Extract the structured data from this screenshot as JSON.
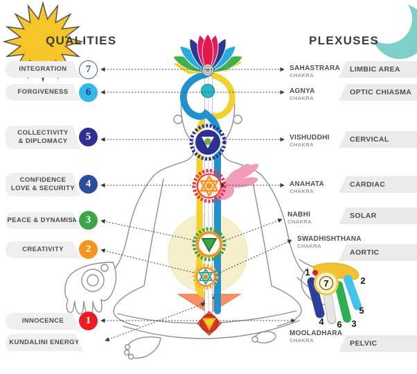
{
  "qualities": {
    "heading": "QUALITIES",
    "rows": [
      {
        "line1": "INTEGRATION",
        "line2": "",
        "number": "7",
        "circle_bg": "#FFFFFF",
        "circle_border": "#3D59A8",
        "circle_text": "#3D59A8"
      },
      {
        "line1": "FORGIVENESS",
        "line2": "",
        "number": "6",
        "circle_bg": "#36B5E8",
        "circle_border": "#36B5E8",
        "circle_text": "#1C3E92"
      },
      {
        "line1": "COLLECTIVITY",
        "line2": "& DIPLOMACY",
        "number": "5",
        "circle_bg": "#2E3192",
        "circle_border": "#2E3192",
        "circle_text": "#FFFFFF"
      },
      {
        "line1": "CONFIDENCE",
        "line2": "LOVE & SECURITY",
        "number": "4",
        "circle_bg": "#2B4DA0",
        "circle_border": "#2B4DA0",
        "circle_text": "#FFFFFF"
      },
      {
        "line1": "PEACE & DYNAMISM",
        "line2": "",
        "number": "3",
        "circle_bg": "#3AA648",
        "circle_border": "#3AA648",
        "circle_text": "#FFFFFF"
      },
      {
        "line1": "CREATIVITY",
        "line2": "",
        "number": "2",
        "circle_bg": "#F7941D",
        "circle_border": "#F7941D",
        "circle_text": "#FFFFFF"
      },
      {
        "line1": "INNOCENCE",
        "line2": "",
        "number": "1",
        "circle_bg": "#ED1C24",
        "circle_border": "#ED1C24",
        "circle_text": "#FFFFFF"
      },
      {
        "line1": "KUNDALINI ENERGY",
        "line2": "",
        "number": ""
      }
    ]
  },
  "plexuses": {
    "heading": "PLEXUSES",
    "items": [
      "LIMBIC AREA",
      "OPTIC CHIASMA",
      "CERVICAL",
      "CARDIAC",
      "SOLAR",
      "AORTIC",
      "PELVIC"
    ]
  },
  "chakra_labels": [
    {
      "name": "SAHASTRARA",
      "sub": "CHAKRA"
    },
    {
      "name": "AGNYA",
      "sub": "CHAKRA"
    },
    {
      "name": "VISHUDDHI",
      "sub": "CHAKRA"
    },
    {
      "name": "ANAHATA",
      "sub": "CHAKRA"
    },
    {
      "name": "NABHI",
      "sub": "CHAKRA"
    },
    {
      "name": "SWADHISHTHANA",
      "sub": "CHAKRA"
    },
    {
      "name": "MOOLADHARA",
      "sub": "CHAKRA"
    }
  ],
  "hand_numbers": {
    "n1": "1",
    "n2": "2",
    "n3": "3",
    "n4": "4",
    "n5": "5",
    "n6": "6",
    "n7": "7"
  },
  "colors": {
    "sun": "#F5C52A",
    "moon": "#7FD0C9",
    "pill_gray": "#EFEFEF",
    "channel_yellow": "#F2D12E",
    "channel_blue": "#2191D0",
    "agnya_teal": "#2CB6C2",
    "void_cream": "#F7EFCB",
    "kundalini_orange": "#F4935F",
    "mooladhara_red": "#E05038",
    "wing_pink": "#F29CBA",
    "text_dark": "#3B3B3B",
    "text_gray": "#9A9A9A"
  }
}
